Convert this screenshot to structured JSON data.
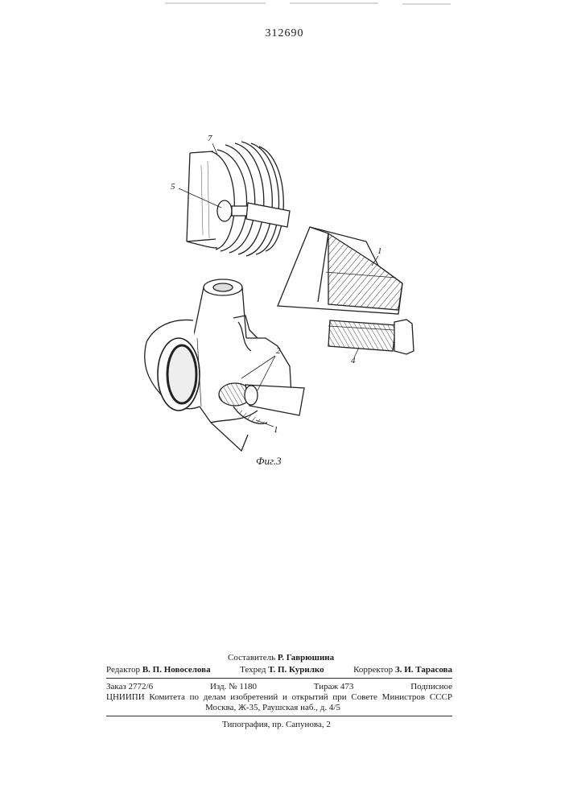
{
  "header": {
    "patent_number": "312690"
  },
  "figure": {
    "caption": "Фиг.3",
    "callouts": {
      "c7": "7",
      "c5": "5",
      "c1a": "1",
      "c2": "2",
      "c1b": "1",
      "c4": "4"
    }
  },
  "footer": {
    "composer": {
      "label": "Составитель",
      "name": "Р. Гаврюшина"
    },
    "editor": {
      "label": "Редактор",
      "name": "В. П. Новоселова"
    },
    "techred": {
      "label": "Техред",
      "name": "Т. П. Курилко"
    },
    "corrector": {
      "label": "Корректор",
      "name": "З. И. Тарасова"
    },
    "order": "Заказ 2772/6",
    "edition": "Изд. № 1180",
    "print_run": "Тираж 473",
    "subscription": "Подписное",
    "organization": "ЦНИИПИ Комитета по делам изобретений и открытий при Совете Министров СССР",
    "address": "Москва, Ж-35, Раушская наб., д. 4/5",
    "printing": "Типография, пр. Сапунова, 2"
  }
}
